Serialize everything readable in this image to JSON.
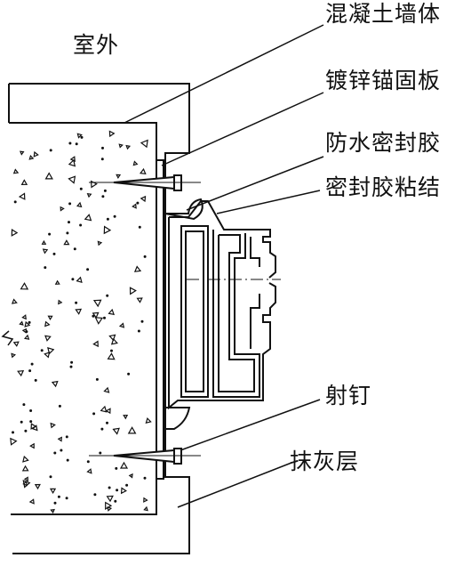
{
  "labels": {
    "outdoor": "室外",
    "concrete_wall": "混凝土墙体",
    "galvanized_plate": "镀锌锚固板",
    "waterproof_sealant": "防水密封胶",
    "sealant_bond": "密封胶粘结",
    "nail": "射钉",
    "plaster_layer": "抹灰层"
  },
  "colors": {
    "line": "#111111",
    "background": "#ffffff"
  }
}
